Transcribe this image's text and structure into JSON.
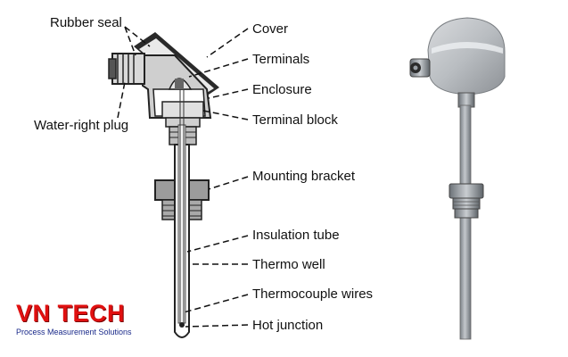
{
  "callouts": {
    "rubber_seal": "Rubber seal",
    "water_right_plug": "Water-right plug",
    "cover": "Cover",
    "terminals": "Terminals",
    "enclosure": "Enclosure",
    "terminal_block": "Terminal block",
    "mounting_bracket": "Mounting bracket",
    "insulation_tube": "Insulation tube",
    "thermo_well": "Thermo well",
    "thermocouple_wires": "Thermocouple wires",
    "hot_junction": "Hot junction"
  },
  "logo": {
    "mark": "VN TECH",
    "tagline": "Process Measurement Solutions"
  },
  "colors": {
    "logo_red": "#e01010",
    "logo_blue": "#1a2a8a",
    "line": "#111111",
    "metal": "#9aa0a6"
  }
}
